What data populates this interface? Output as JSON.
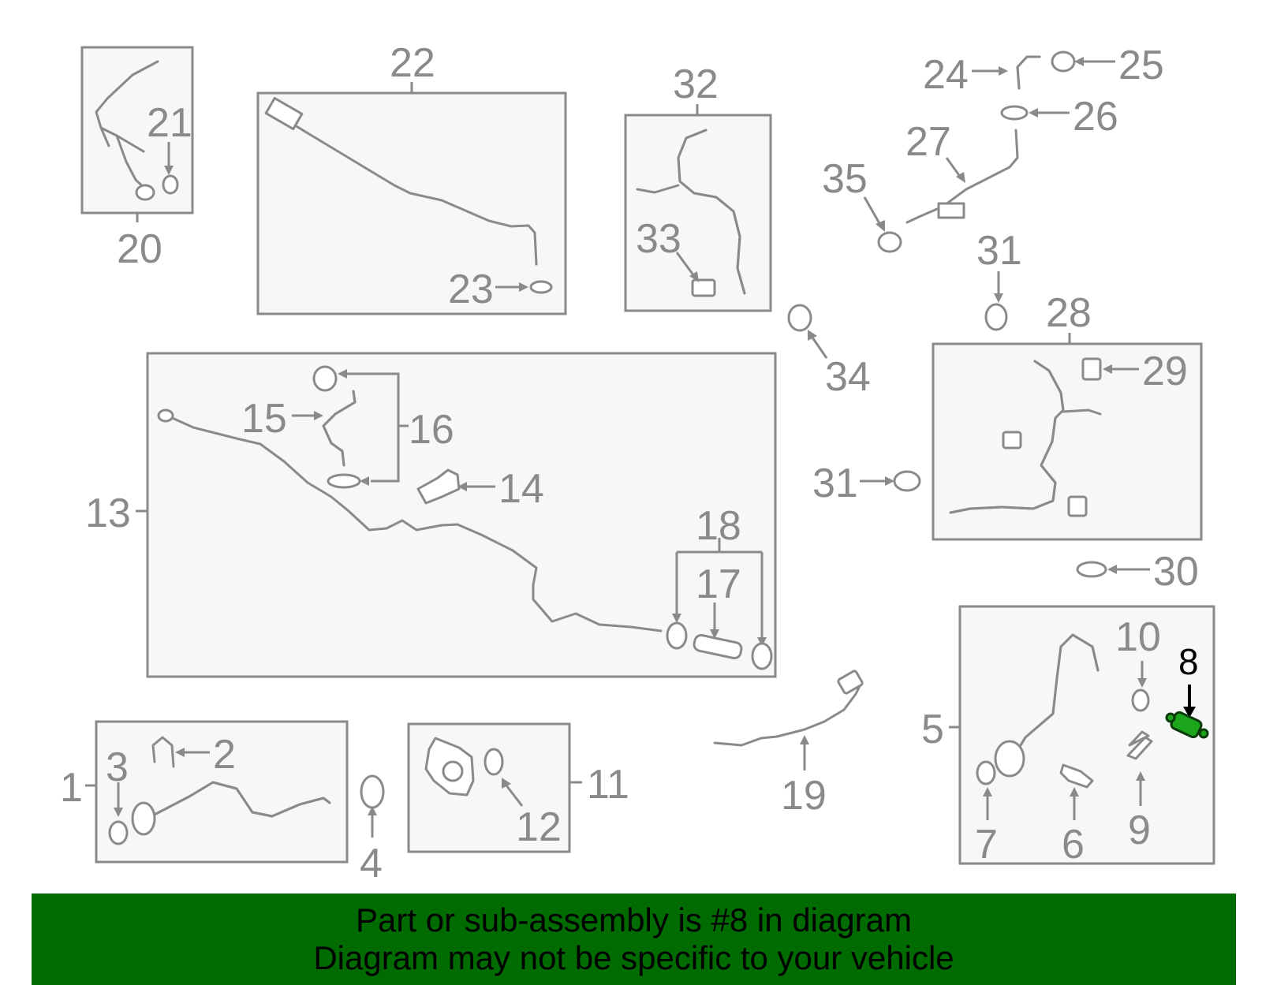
{
  "callouts": {
    "c1": "1",
    "c2": "2",
    "c3": "3",
    "c4": "4",
    "c5": "5",
    "c6": "6",
    "c7": "7",
    "c8": "8",
    "c9": "9",
    "c10": "10",
    "c11": "11",
    "c12": "12",
    "c13": "13",
    "c14": "14",
    "c15": "15",
    "c16": "16",
    "c17": "17",
    "c18": "18",
    "c19": "19",
    "c20": "20",
    "c21": "21",
    "c22": "22",
    "c23": "23",
    "c24": "24",
    "c25": "25",
    "c26": "26",
    "c27": "27",
    "c28": "28",
    "c29": "29",
    "c30": "30",
    "c31a": "31",
    "c31b": "31",
    "c32": "32",
    "c33": "33",
    "c34": "34",
    "c35": "35"
  },
  "highlight_part": "8",
  "colors": {
    "line_gray": "#8a8a8a",
    "box_fill": "#f7f7f7",
    "highlight_part": "#1aa51a",
    "banner_green": "#006b00",
    "text_black": "#000000"
  },
  "footer": {
    "line1": "Part or sub-assembly is #8 in diagram",
    "line2": "Diagram may not be specific to your vehicle"
  }
}
